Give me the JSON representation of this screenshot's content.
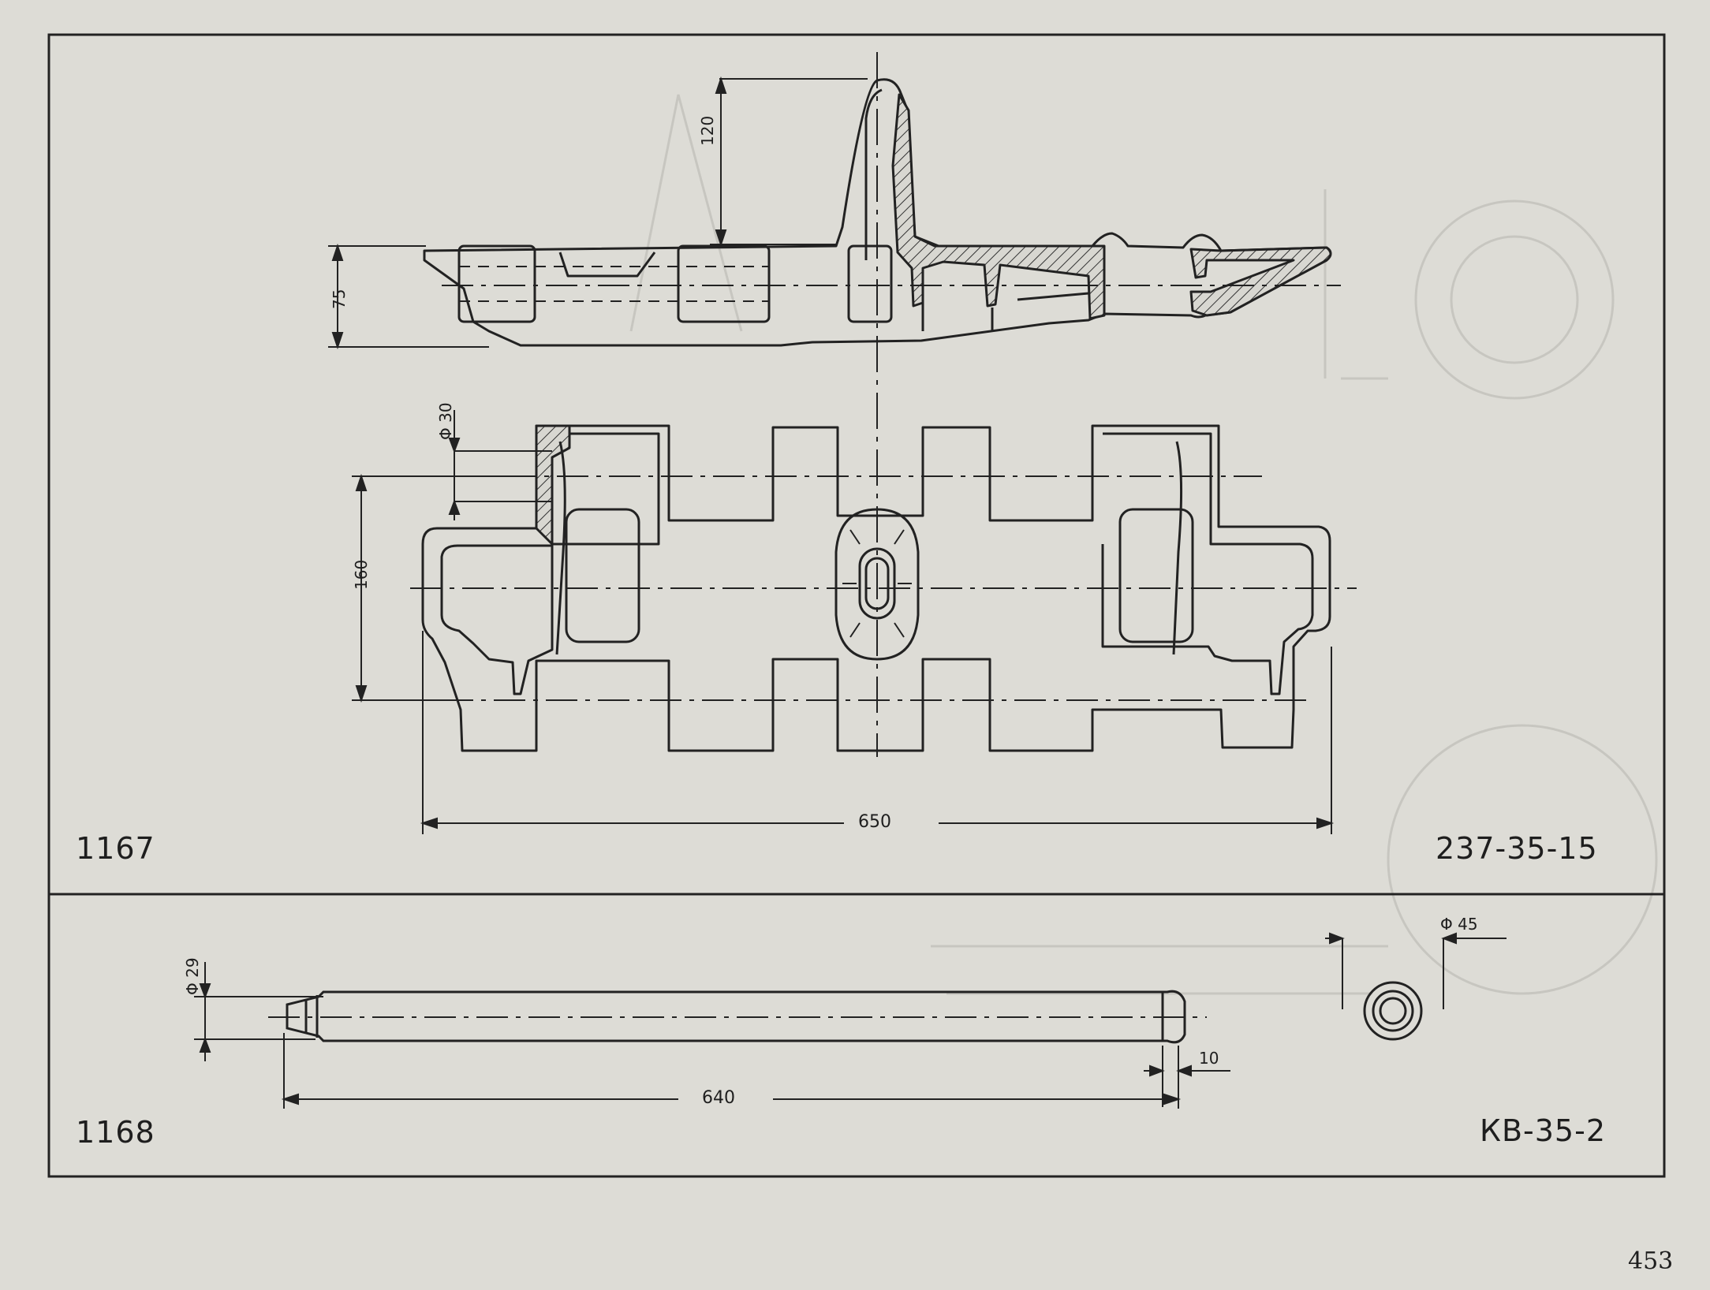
{
  "sheet": {
    "page_number": "453"
  },
  "part_1167": {
    "item_number": "1167",
    "part_code": "237-35-15",
    "dimensions": {
      "fin_height": "120",
      "shoe_height": "75",
      "hole_diameter": "Φ 30",
      "hole_spacing": "160",
      "overall_length": "650"
    }
  },
  "part_1168": {
    "item_number": "1168",
    "part_code": "КВ-35-2",
    "dimensions": {
      "pin_diameter": "Φ 29",
      "head_diameter": "Φ 45",
      "head_length": "10",
      "overall_length": "640"
    }
  },
  "colors": {
    "paper": "#dddcd6",
    "ink": "#222222"
  }
}
